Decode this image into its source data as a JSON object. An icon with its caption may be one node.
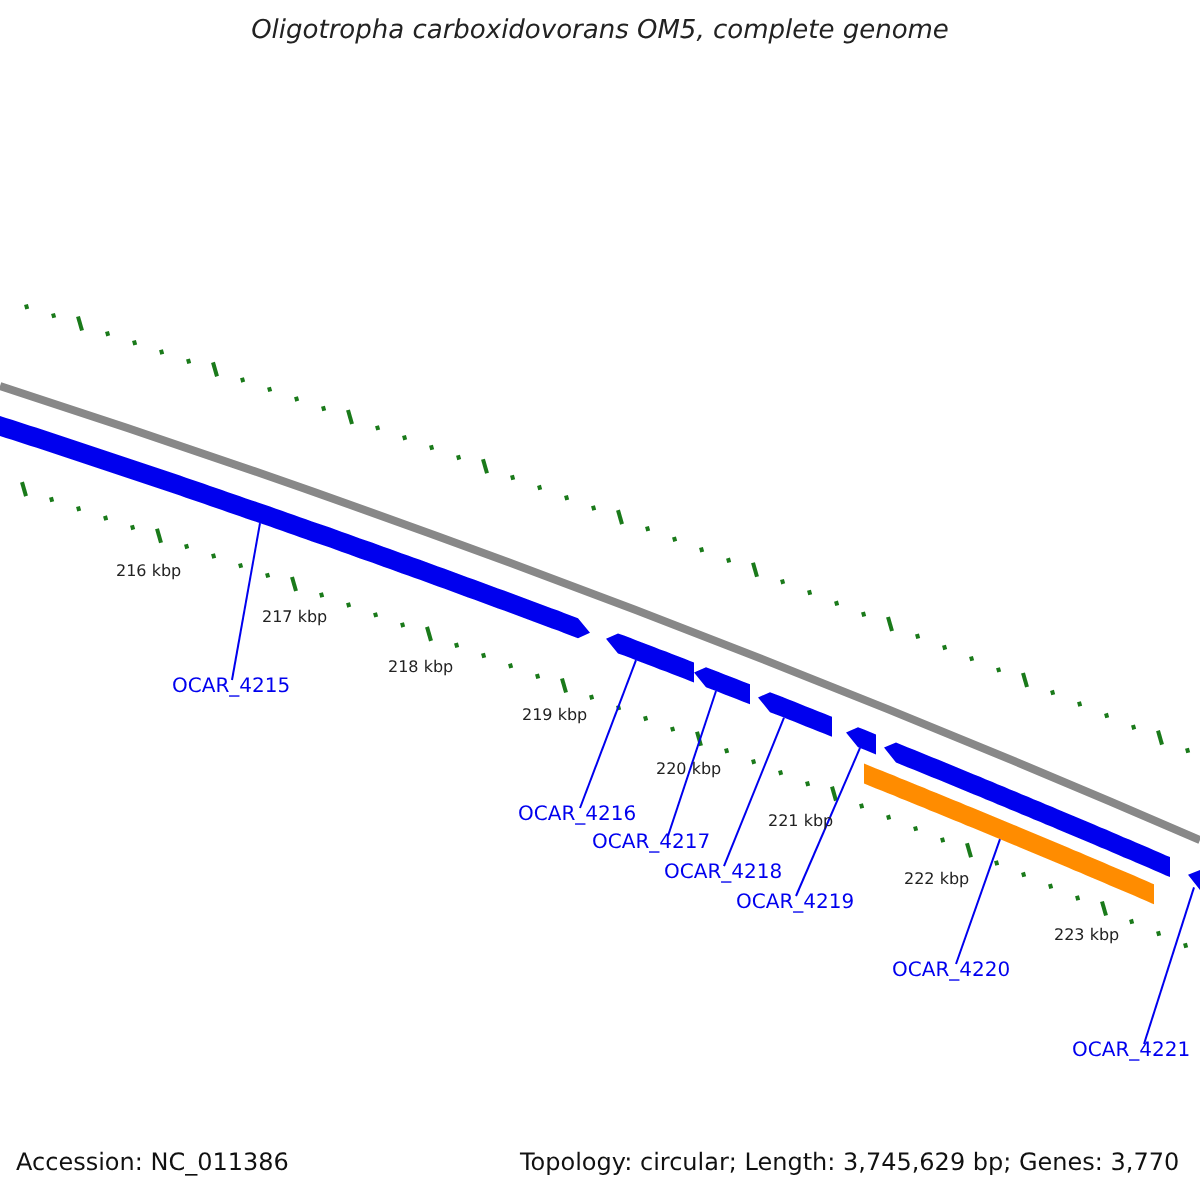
{
  "diagram": {
    "title": "Oligotropha carboxidovorans OM5, complete genome",
    "nodes": [
      {
        "text": [],
        "shape": "arrow"
      },
      {
        "text": [],
        "shape": "arrow"
      },
      {
        "text": [],
        "shape": "arrow"
      },
      {
        "text": [],
        "shape": "arrow"
      },
      {
        "text": [],
        "shape": "arrow"
      },
      {
        "text": [],
        "shape": "bar"
      },
      {
        "text": [],
        "shape": "arrow"
      },
      {
        "text": [],
        "shape": "arrow"
      },
      {
        "text": [
          "OCAR_4215"
        ]
      },
      {
        "text": [
          "OCAR_4216"
        ]
      },
      {
        "text": [
          "OCAR_4217"
        ]
      },
      {
        "text": [
          "OCAR_4218"
        ]
      },
      {
        "text": [
          "OCAR_4219"
        ]
      },
      {
        "text": [
          "OCAR_4220"
        ]
      },
      {
        "text": [
          "OCAR_4221"
        ]
      }
    ],
    "edges": [
      {
        "from": 8,
        "to": 0,
        "arrow": "none"
      },
      {
        "from": 9,
        "to": 1,
        "arrow": "none"
      },
      {
        "from": 10,
        "to": 2,
        "arrow": "none"
      },
      {
        "from": 11,
        "to": 3,
        "arrow": "none"
      },
      {
        "from": 12,
        "to": 4,
        "arrow": "none"
      },
      {
        "from": 13,
        "to": 5,
        "arrow": "none"
      },
      {
        "from": 14,
        "to": 7,
        "arrow": "none"
      }
    ],
    "labels": [
      "216 kbp",
      "217 kbp",
      "218 kbp",
      "219 kbp",
      "220 kbp",
      "221 kbp",
      "222 kbp",
      "223 kbp",
      "Accession: NC_011386",
      "Topology: circular; Length: 3,745,629 bp; Genes: 3,770"
    ]
  }
}
